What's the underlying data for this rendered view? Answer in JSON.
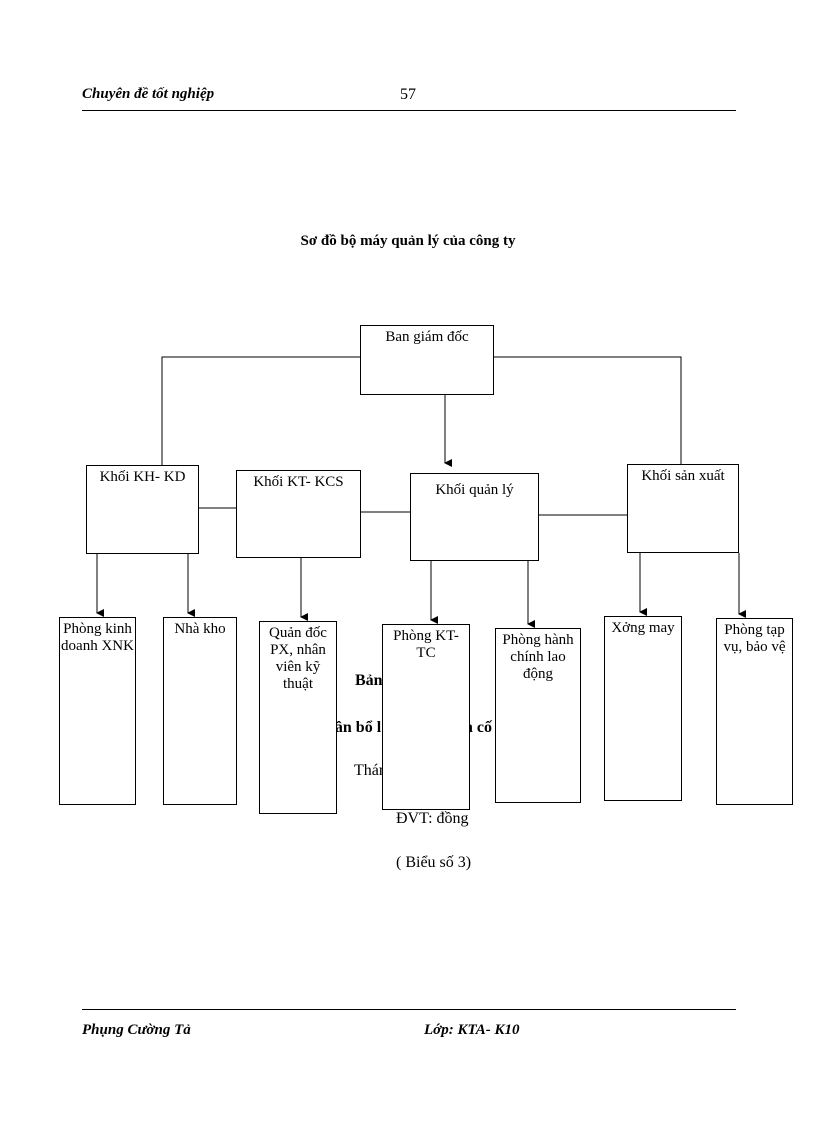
{
  "header": {
    "left": "Chuyên đề tốt nghiệp",
    "page": "57"
  },
  "title": "Sơ đồ bộ máy quản lý của công ty",
  "org": {
    "top": "Ban giám đốc",
    "divisions": [
      "Khối KH- KD",
      "Khối KT- KCS",
      "Khối quản lý",
      "Khối sản xuất"
    ],
    "units": [
      "Phòng kinh doanh XNK",
      "Nhà kho",
      "Quản đốc PX, nhân viên kỹ thuật",
      "Phòng KT- TC",
      "Phòng hành chính lao động",
      "Xởng may",
      "Phòng tạp vụ, bảo vệ"
    ]
  },
  "background_text": {
    "bang": "Bảng",
    "phan_bo": "hân bổ l",
    "co": "n cố",
    "thang": "Tháng",
    "dvt": "ĐVT: đồng",
    "bieu": "( Biểu số 3)"
  },
  "footer": {
    "left": "Phụng Cường Tả",
    "right": "Lớp: KTA- K10"
  }
}
